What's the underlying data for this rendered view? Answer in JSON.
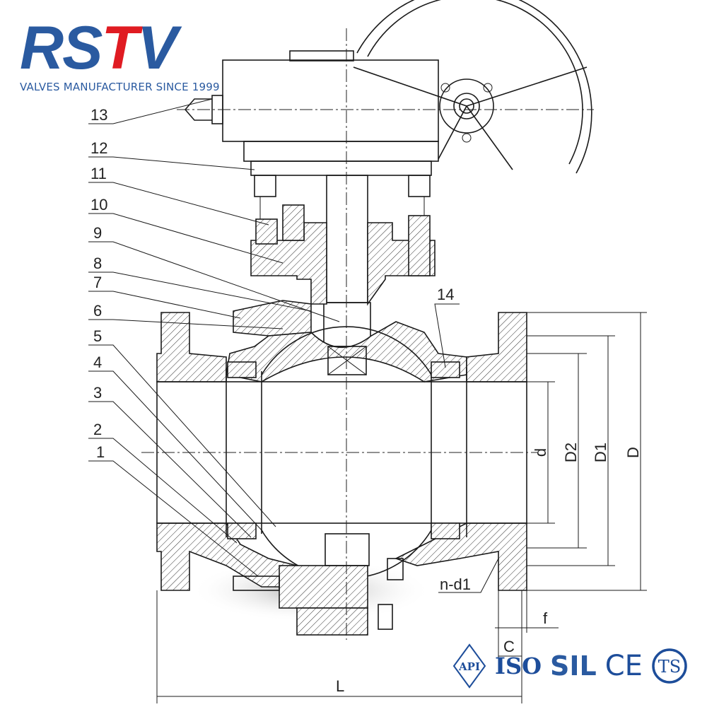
{
  "brand": {
    "logo_text": "RSTV",
    "logo_parts": [
      "RS",
      "T",
      "V"
    ],
    "tagline": "VALVES MANUFACTURER SINCE 1999",
    "colors": {
      "blue": "#2a5aa0",
      "red": "#e01b22"
    }
  },
  "part_numbers": [
    "1",
    "2",
    "3",
    "4",
    "5",
    "6",
    "7",
    "8",
    "9",
    "10",
    "11",
    "12",
    "13",
    "14"
  ],
  "dimensions": {
    "d": "d",
    "D2": "D2",
    "D1": "D1",
    "D": "D",
    "n_d1": "n-d1",
    "f": "f",
    "C": "C",
    "L": "L"
  },
  "certifications": {
    "api": "API",
    "iso": "ISO",
    "sil": "SIL",
    "ce": "CE",
    "ts": "TS"
  }
}
